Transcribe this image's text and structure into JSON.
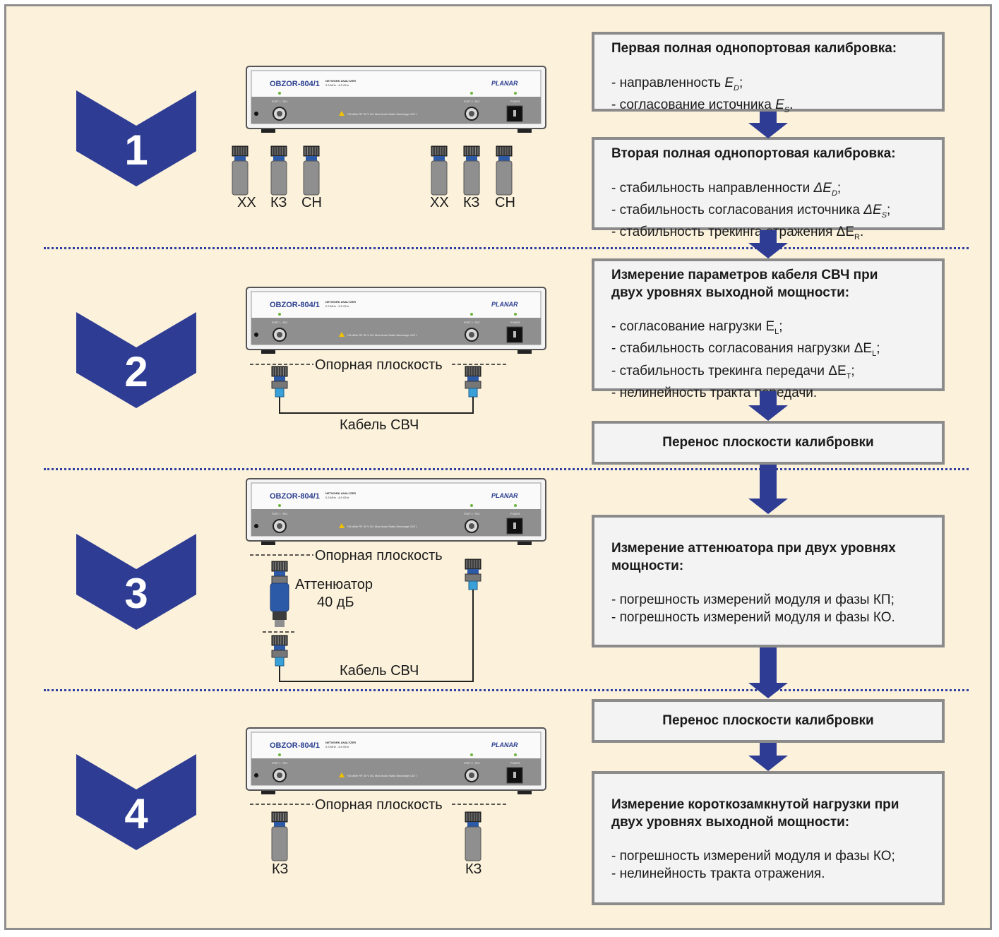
{
  "steps": [
    "1",
    "2",
    "3",
    "4"
  ],
  "device": {
    "model": "OBZOR-804/1",
    "subtitle1": "NETWORK ANALYZER",
    "subtitle2": "0.3 MHz - 8.0 GHz",
    "brand": "PLANAR",
    "port1": "PORT 1 · RX1",
    "port2": "PORT 2 · RX2",
    "power": "POWER",
    "warning": "+26 dBm RF 30 V DC Max Avoid Static Discharge CAT I"
  },
  "step1": {
    "standards_left": [
      "ХХ",
      "КЗ",
      "СН"
    ],
    "standards_right": [
      "ХХ",
      "КЗ",
      "СН"
    ],
    "box1": {
      "title": "Первая полная однопортовая калибровка:",
      "line1": "- направленность ",
      "line1_sym": "E",
      "line1_sub": "D",
      "line1_end": ";",
      "line2": "- согласование источника ",
      "line2_sym": "E",
      "line2_sub": "S",
      "line2_end": "."
    },
    "box2": {
      "title": "Вторая полная однопортовая калибровка:",
      "line1": "- стабильность направленности ",
      "line1_sym": "ΔE",
      "line1_sub": "D",
      "line1_end": ";",
      "line2": "- стабильность согласования источника ",
      "line2_sym": "ΔE",
      "line2_sub": "S",
      "line2_end": ";",
      "line3": "- стабильность трекинга отражения ΔE",
      "line3_sub": "R",
      "line3_end": "."
    }
  },
  "step2": {
    "ref_plane": "Опорная плоскость",
    "cable": "Кабель СВЧ",
    "box": {
      "title1": "Измерение параметров кабеля СВЧ при",
      "title2": "двух уровнях выходной мощности:",
      "line1": "- согласование нагрузки E",
      "line1_sub": "L",
      "line1_end": ";",
      "line2": "- стабильность согласования нагрузки ΔE",
      "line2_sub": "L",
      "line2_end": ";",
      "line3": "- стабильность трекинга передачи ΔE",
      "line3_sub": "T",
      "line3_end": ";",
      "line4": "- нелинейность тракта передачи."
    },
    "transfer": "Перенос плоскости калибровки"
  },
  "step3": {
    "ref_plane": "Опорная плоскость",
    "attenuator1": "Аттенюатор",
    "attenuator2": "40 дБ",
    "cable": "Кабель СВЧ",
    "box": {
      "title1": "Измерение аттенюатора при двух уровнях",
      "title2": "мощности:",
      "line1": "- погрешность измерений модуля и фазы КП;",
      "line2": "- погрешность измерений модуля  и фазы КО."
    },
    "transfer": "Перенос плоскости калибровки"
  },
  "step4": {
    "ref_plane": "Опорная плоскость",
    "short_left": "КЗ",
    "short_right": "КЗ",
    "box": {
      "title1": "Измерение короткозамкнутой нагрузки при",
      "title2": "двух уровнях выходной мощности:",
      "line1": "- погрешность измерений модуля и фазы КО;",
      "line2": "- нелинейность тракта отражения."
    }
  },
  "colors": {
    "chevron": "#2e3d93",
    "background": "#fcf2dc",
    "box_border": "#8b8b8b",
    "separator": "#3140a0",
    "connector_blue": "#2d5aa6"
  }
}
